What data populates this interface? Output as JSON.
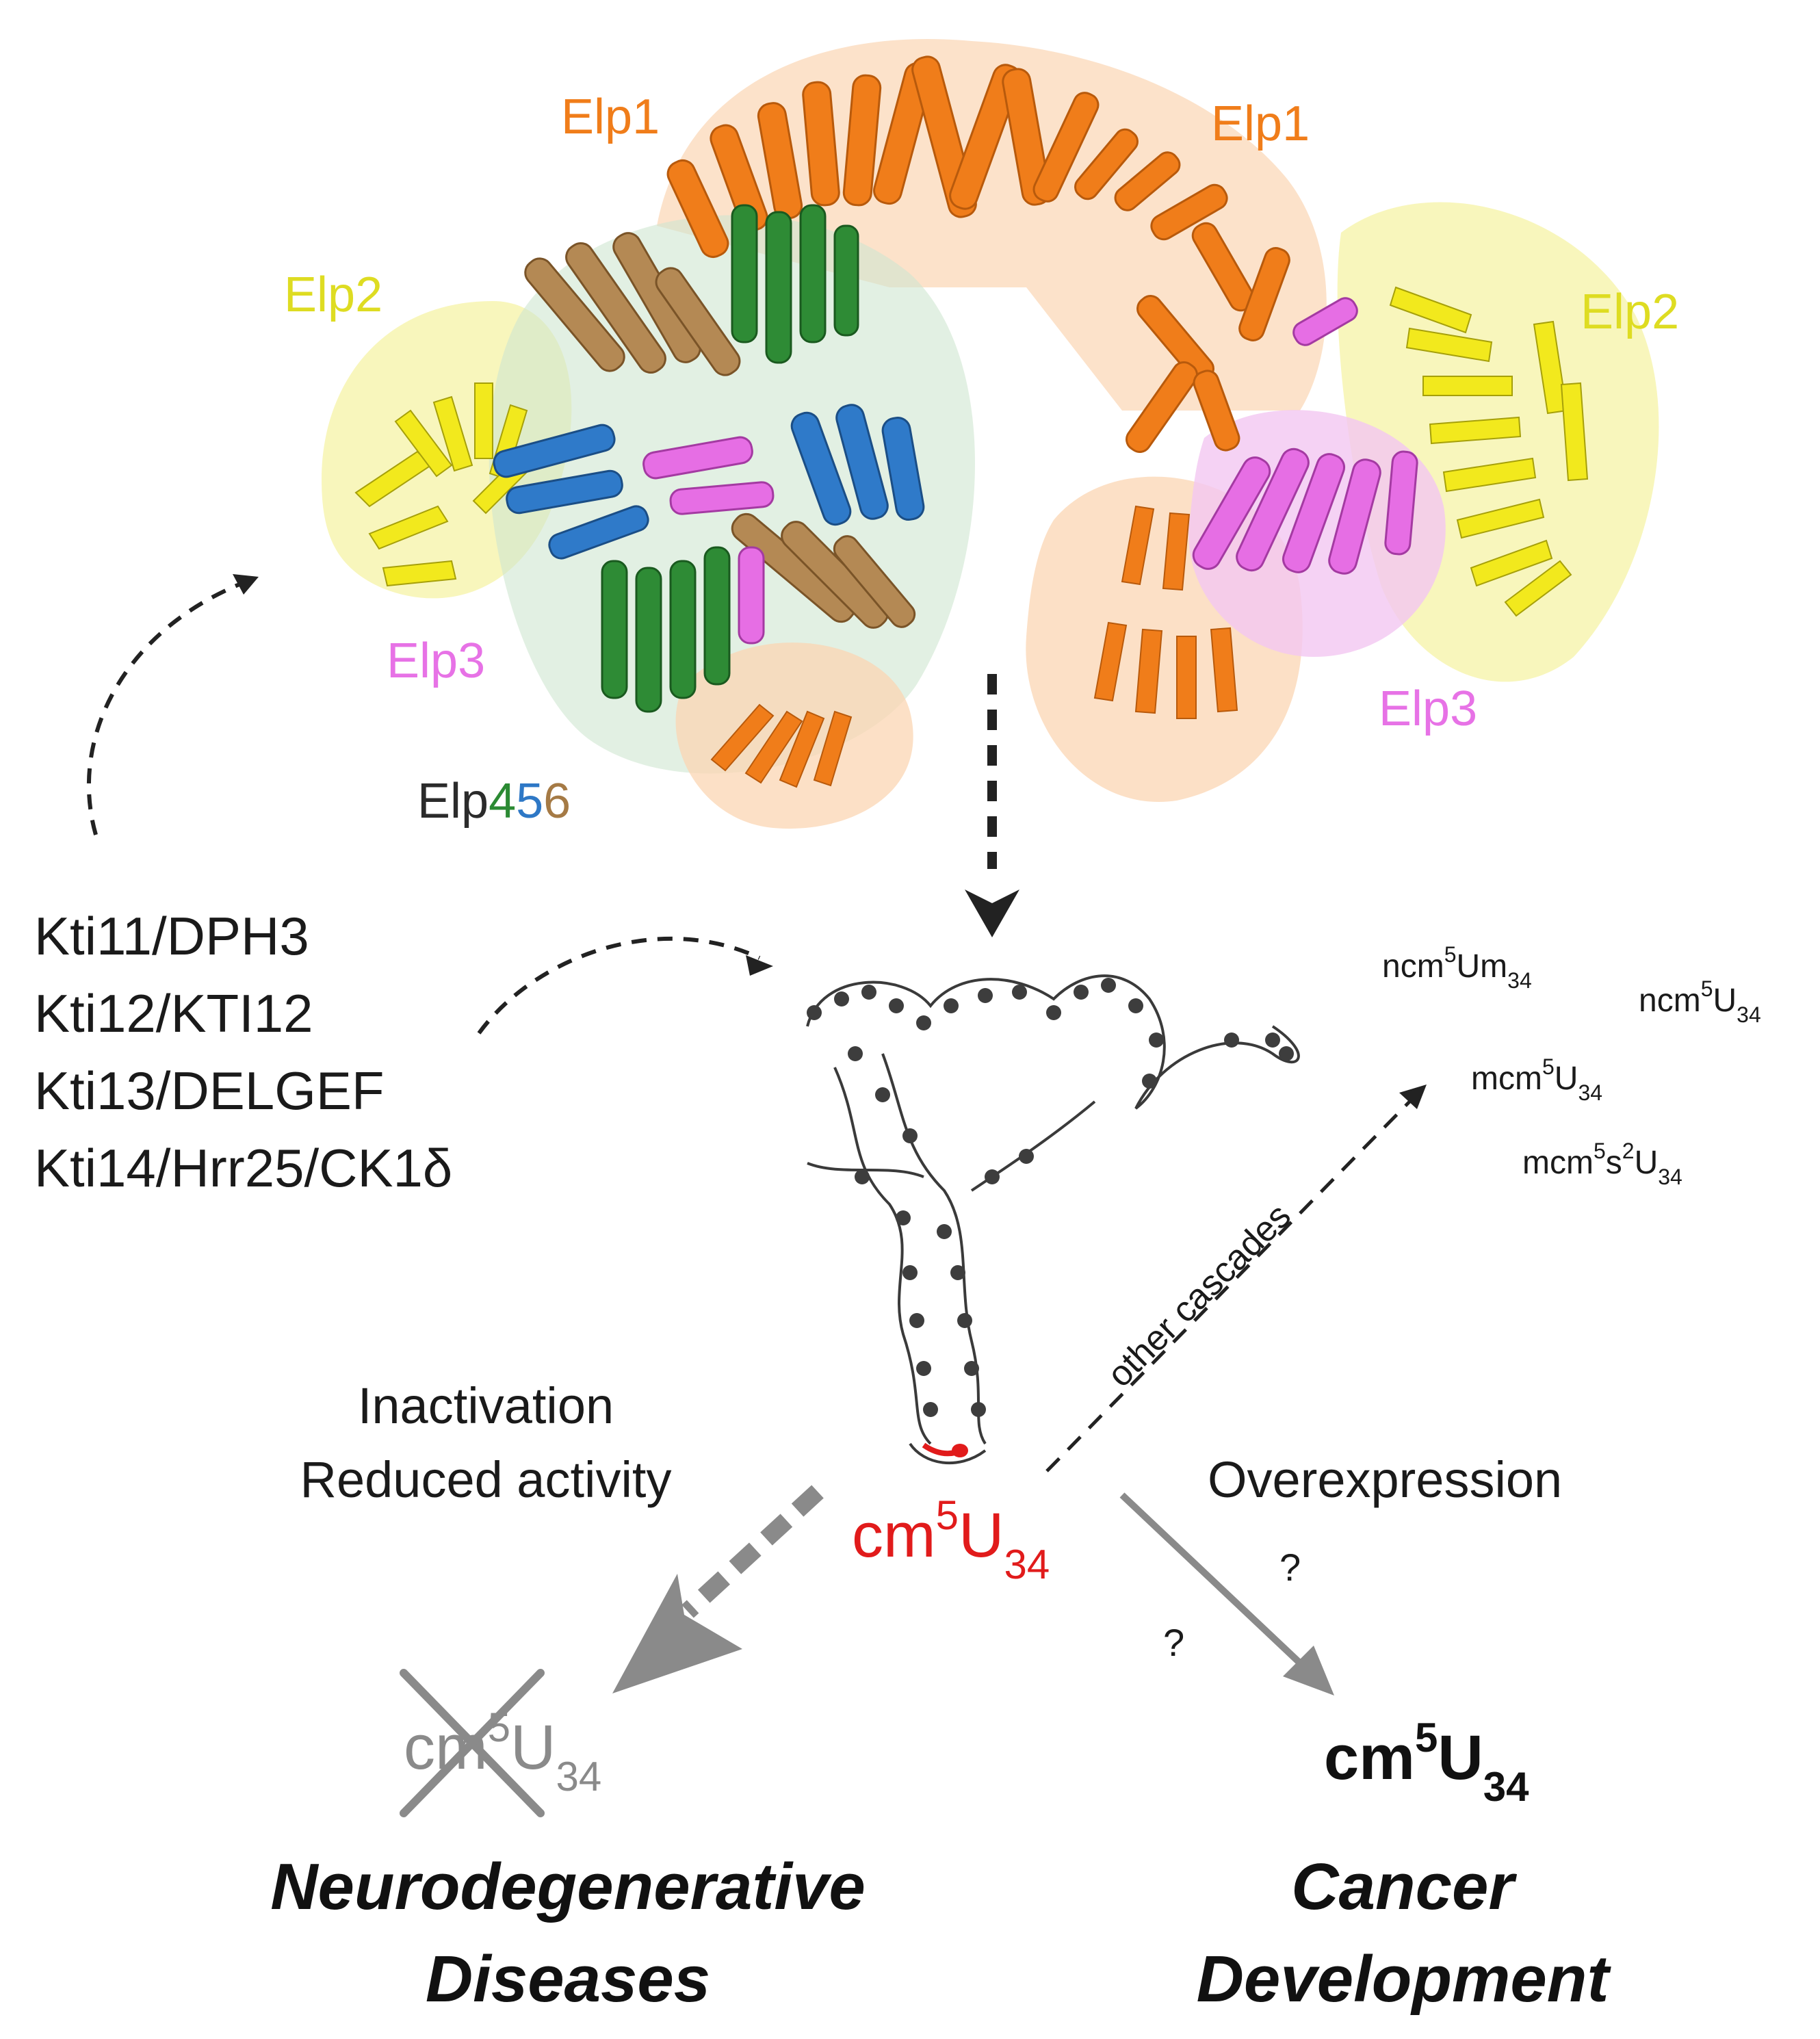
{
  "structure": {
    "elp1_left": "Elp1",
    "elp1_right": "Elp1",
    "elp2_left": "Elp2",
    "elp2_right": "Elp2",
    "elp3_left": "Elp3",
    "elp3_right": "Elp3",
    "elp456_prefix": "Elp",
    "elp456_4": "4",
    "elp456_5": "5",
    "elp456_6": "6"
  },
  "regulators": [
    "Kti11/DPH3",
    "Kti12/KTI12",
    "Kti13/DELGEF",
    "Kti14/Hrr25/CK1δ"
  ],
  "modifications": {
    "m1_base": "ncm",
    "m1_sup": "5",
    "m1_mid": "Um",
    "m1_sub": "34",
    "m2_base": "ncm",
    "m2_sup": "5",
    "m2_mid": "U",
    "m2_sub": "34",
    "m3_base": "mcm",
    "m3_sup": "5",
    "m3_mid": "U",
    "m3_sub": "34",
    "m4_base": "mcm",
    "m4_sup": "5",
    "m4_mid": "s",
    "m4_sup2": "2",
    "m4_mid2": "U",
    "m4_sub": "34"
  },
  "other_cascades": "other cascades",
  "center_mod": {
    "base": "cm",
    "sup": "5",
    "mid": "U",
    "sub": "34"
  },
  "left_branch": {
    "line1": "Inactivation",
    "line2": "Reduced activity",
    "mod_base": "cm",
    "mod_sup": "5",
    "mod_mid": "U",
    "mod_sub": "34",
    "outcome_line1": "Neurodegenerative",
    "outcome_line2": "Diseases"
  },
  "right_branch": {
    "label": "Overexpression",
    "q1": "?",
    "q2": "?",
    "mod_base": "cm",
    "mod_sup": "5",
    "mod_mid": "U",
    "mod_sub": "34",
    "outcome_line1": "Cancer",
    "outcome_line2": "Development"
  },
  "colors": {
    "elp1": "#f07d1a",
    "elp2": "#e3e01f",
    "elp3": "#e772e6",
    "elp4": "#2b8a33",
    "elp5": "#2e78c6",
    "elp6": "#a57a45",
    "red": "#e11b1b",
    "gray": "#8a8a8a"
  }
}
